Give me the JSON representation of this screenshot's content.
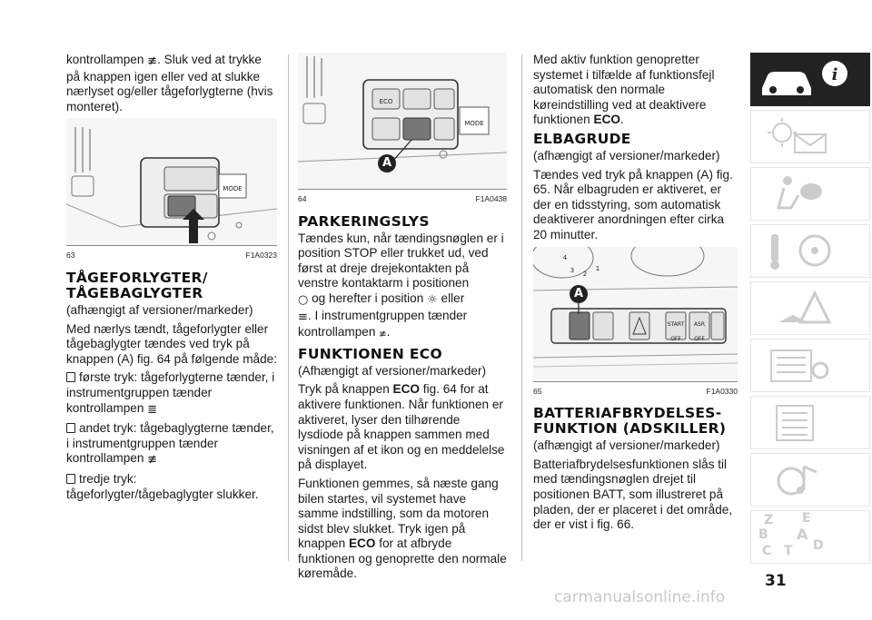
{
  "col1": {
    "p_top": "kontrollampen",
    "p_top_2": ". Sluk ved at trykke på knappen igen eller ved at slukke nærlyset og/eller tågeforlygterne (hvis monteret).",
    "fig_num": "63",
    "fig_code": "F1A0323",
    "fig_mode": "MODE",
    "heading": "TÅGEFORLYGTER/ TÅGEBAGLYGTER",
    "p1": "(afhængigt af versioner/markeder)",
    "p2": "Med nærlys tændt, tågeforlygter eller tågebaglygter tændes ved tryk på knappen (A) fig. 64 på følgende måde:",
    "item1": "første tryk: tågeforlygterne tænder, i instrumentgruppen tænder kontrollampen",
    "item2": "andet tryk: tågebaglygterne tænder, i instrumentgruppen tænder kontrollampen",
    "item3": "tredje tryk: tågeforlygter/tågebaglygter slukker."
  },
  "col2": {
    "fig_num": "64",
    "fig_code": "F1A0438",
    "fig_mode": "MODE",
    "fig_btn_eco": "ECO",
    "fig_marker": "A",
    "h_park": "PARKERINGSLYS",
    "p_park_a": "Tændes kun, når tændingsnøglen er i position STOP eller trukket ud, ved først at dreje drejekontakten på venstre kontaktarm i positionen",
    "p_park_b": "og herefter i position",
    "p_park_c": "eller",
    "p_park_d": ". I instrumentgruppen tænder kontrollampen",
    "h_eco": "FUNKTIONEN ECO",
    "p_eco1": "(Afhængigt af versioner/markeder)",
    "p_eco2_a": "Tryk på knappen",
    "eco_label": "ECO",
    "p_eco2_b": "fig. 64 for at aktivere funktionen. Når funktionen er aktiveret, lyser den tilhørende lysdiode på knappen sammen med visningen af et ikon og en meddelelse på displayet.",
    "p_eco3_a": "Funktionen gemmes, så næste gang bilen startes, vil systemet have samme indstilling, som da motoren sidst blev slukket. Tryk igen på knappen",
    "p_eco3_b": "for at afbryde funktionen og genoprette den normale køremåde."
  },
  "col3": {
    "p_top_a": "Med aktiv funktion genopretter systemet i tilfælde af funktionsfejl automatisk den normale køreindstilling ved at deaktivere funktionen",
    "eco_label": "ECO",
    "h_elb": "ELBAGRUDE",
    "p_elb1": "(afhængigt af versioner/markeder)",
    "p_elb2": "Tændes ved tryk på knappen (A) fig. 65. Når elbagruden er aktiveret, er der en tidsstyring, som automatisk deaktiverer anordningen efter cirka 20 minutter.",
    "fig_num": "65",
    "fig_code": "F1A0330",
    "fig_marker": "A",
    "fig_dial": [
      "4",
      "3",
      "2",
      "1"
    ],
    "fig_btn_start": "START\nOFF",
    "fig_btn_asr": "ASR\nOFF",
    "h_batt": "BATTERIAFBRYDELSES- FUNKTION (ADSKILLER)",
    "p_batt1": "(afhængigt af versioner/markeder)",
    "p_batt2": "Batteriafbrydelsesfunktionen slås til med tændingsnøglen drejet til positionen BATT, som illustreret på pladen, der er placeret i det område, der er vist i fig. 66."
  },
  "sidebar": {
    "icons": [
      "car-info-icon",
      "warning-lights-icon",
      "airbag-icon",
      "key-steering-icon",
      "hazard-triangle-icon",
      "maintenance-icon",
      "technical-data-icon",
      "multimedia-icon",
      "index-icon"
    ],
    "letters": [
      "Z",
      "E",
      "B",
      "A",
      "C",
      "T",
      "D"
    ]
  },
  "page_number": "31",
  "watermark": "carmanualsonline.info"
}
